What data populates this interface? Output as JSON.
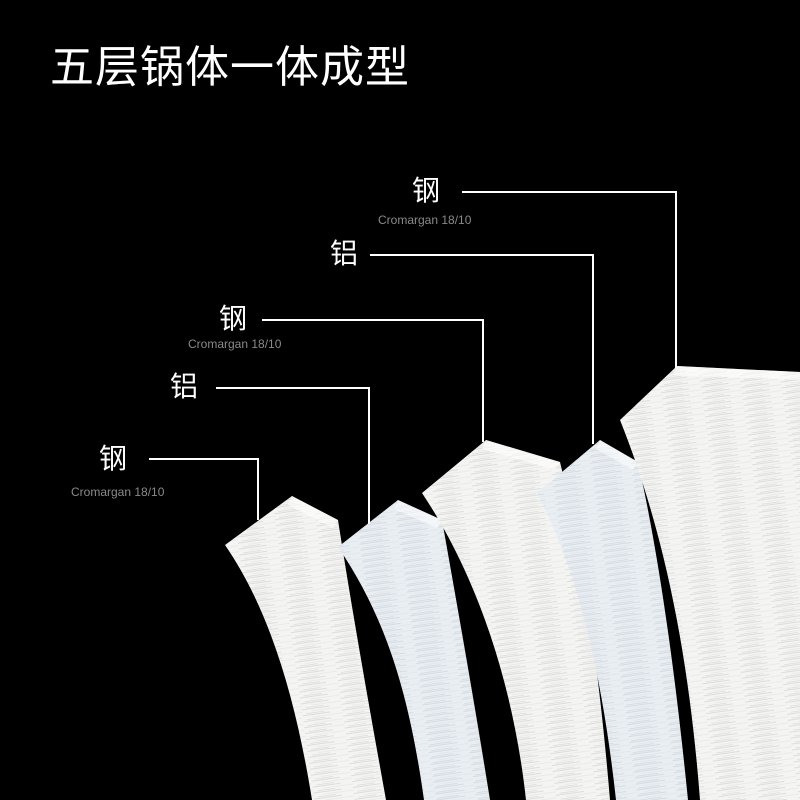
{
  "title": "五层锅体一体成型",
  "colors": {
    "background": "#000000",
    "text": "#ffffff",
    "subtext": "#8a8a8a",
    "leader_line": "#ffffff",
    "layer_fill": "#f4f4f2",
    "layer_fill_alt": "#e9eef3",
    "layer_streak": "#cfcfcf"
  },
  "layers": [
    {
      "label": "钢",
      "sublabel": "Cromargan 18/10"
    },
    {
      "label": "铝",
      "sublabel": ""
    },
    {
      "label": "钢",
      "sublabel": "Cromargan 18/10"
    },
    {
      "label": "铝",
      "sublabel": ""
    },
    {
      "label": "钢",
      "sublabel": "Cromargan 18/10"
    }
  ]
}
